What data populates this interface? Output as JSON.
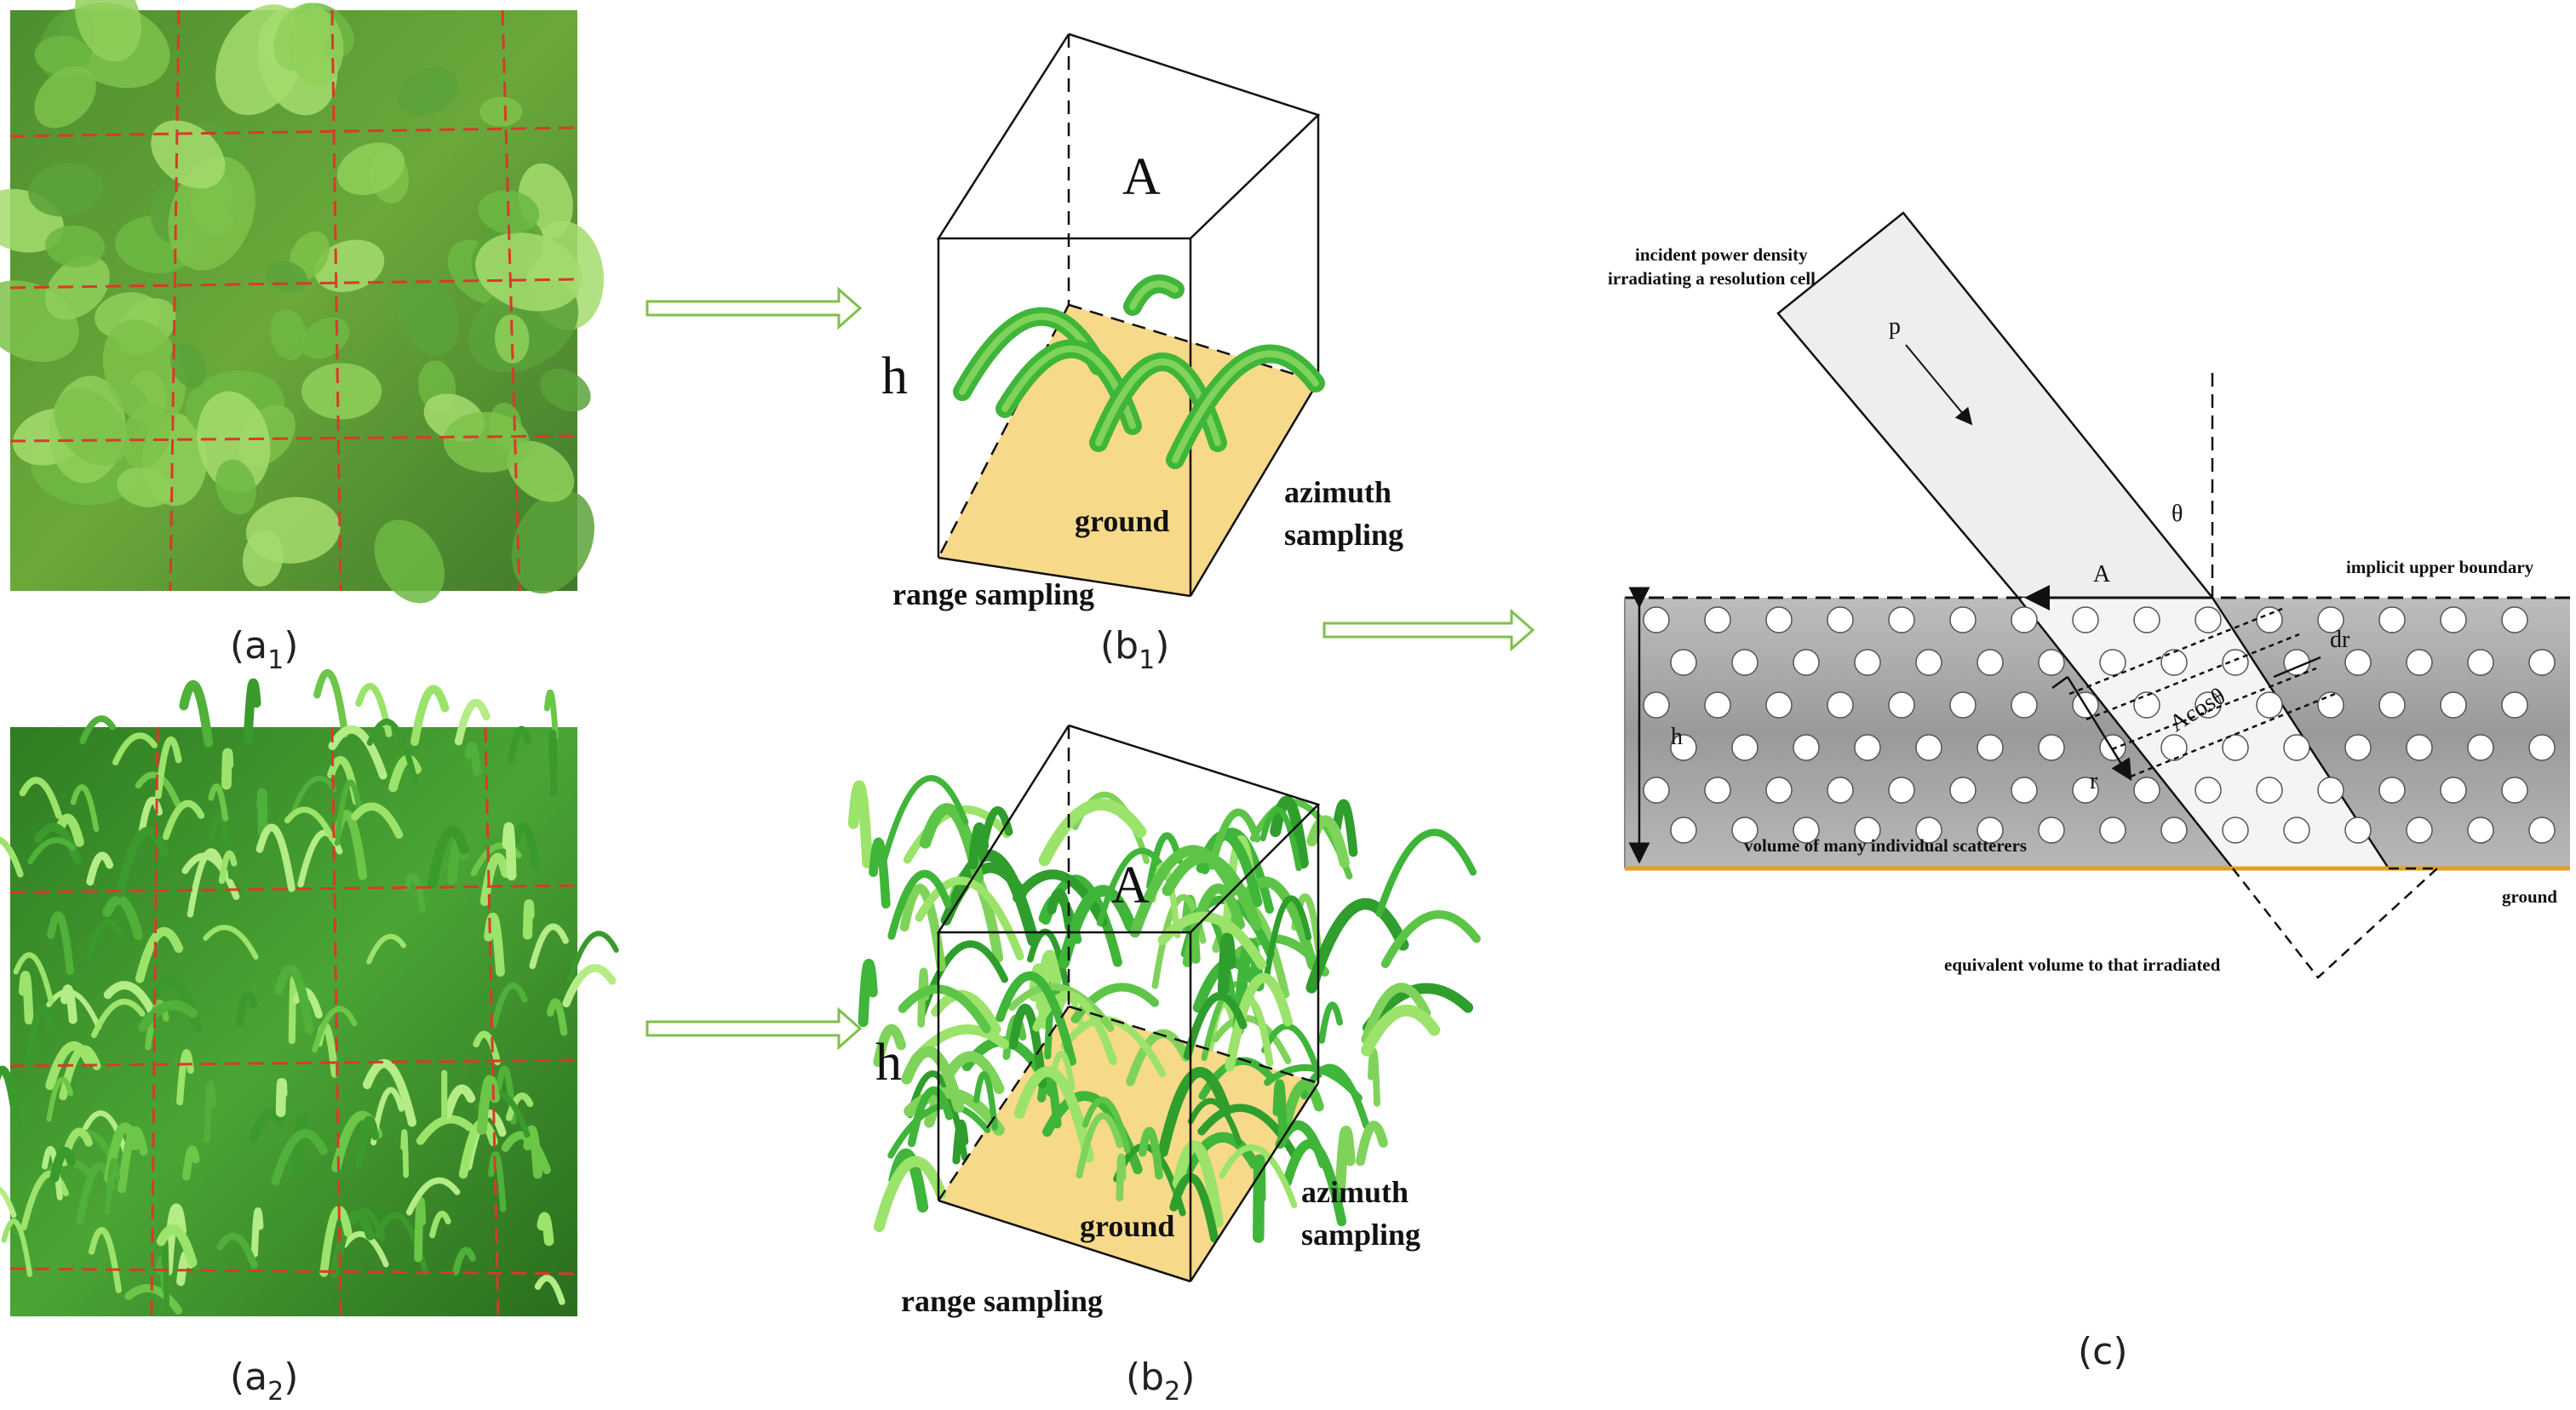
{
  "panels": {
    "a1": {
      "caption_main": "(a",
      "caption_sub": "1",
      "caption_close": ")",
      "crop": "rapeseed"
    },
    "a2": {
      "caption_main": "(a",
      "caption_sub": "2",
      "caption_close": ")",
      "crop": "grass"
    },
    "b1": {
      "caption_main": "(b",
      "caption_sub": "1",
      "caption_close": ")",
      "label_A": "A",
      "label_h": "h",
      "label_ground": "ground",
      "label_azimuth_1": "azimuth",
      "label_azimuth_2": "sampling",
      "label_range": "range sampling"
    },
    "b2": {
      "caption_main": "(b",
      "caption_sub": "2",
      "caption_close": ")",
      "label_A": "A",
      "label_h": "h",
      "label_ground": "ground",
      "label_azimuth_1": "azimuth",
      "label_azimuth_2": "sampling",
      "label_range": "range sampling"
    },
    "c": {
      "caption": "(c)",
      "incident_1": "incident power density",
      "incident_2": "irradiating a resolution cell",
      "label_p": "p",
      "label_theta": "θ",
      "label_A": "A",
      "upper_boundary": "implicit upper boundary",
      "label_dr": "dr",
      "label_acos": "Acosθ",
      "label_h": "h",
      "label_r": "r",
      "volume_label": "volume of many individual scatterers",
      "ground_label": "ground",
      "equivalent_label": "equivalent volume to that irradiated"
    }
  },
  "colors": {
    "arrow": "#7cc24a",
    "ground_fill": "#f7d98a",
    "leaf": "#3fb53a",
    "grid_line": "#d83a2a",
    "ground_line": "#e0a020"
  }
}
